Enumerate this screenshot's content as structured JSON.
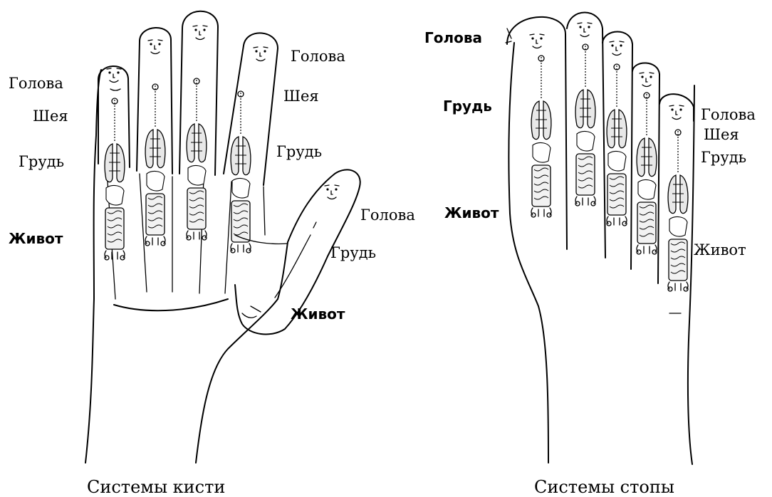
{
  "hand": {
    "labels": {
      "thumb_head": "Голова",
      "thumb_chest": "Грудь",
      "thumb_belly": "Живот",
      "index_head": "Голова",
      "index_neck": "Шея",
      "index_chest": "Грудь",
      "pinky_head": "Голова",
      "pinky_neck": "Шея",
      "pinky_chest": "Грудь",
      "pinky_belly": "Живот"
    },
    "caption": "Системы кисти"
  },
  "foot": {
    "labels": {
      "big_toe_head": "Голова",
      "big_toe_chest": "Грудь",
      "big_toe_belly": "Живот",
      "small_toe_head": "Голова",
      "small_toe_neck": "Шея",
      "small_toe_chest": "Грудь",
      "small_toe_belly": "Живот"
    },
    "caption": "Системы стопы"
  }
}
